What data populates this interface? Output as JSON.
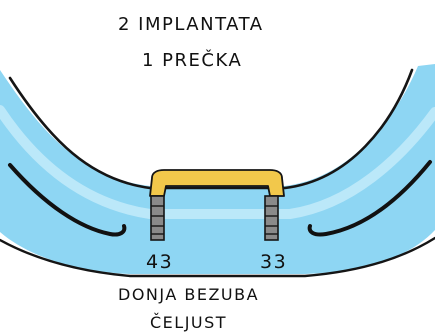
{
  "title": {
    "line1": "2 IMPLANTATA",
    "line2": "1 PREČKA"
  },
  "caption": {
    "line1": "DONJA BEZUBA",
    "line2": "ČELJUST"
  },
  "implants": [
    {
      "label": "43"
    },
    {
      "label": "33"
    }
  ],
  "colors": {
    "jaw_fill": "#8ed6f3",
    "jaw_stroke": "#151515",
    "bar_fill": "#f2c84b",
    "implant_fill": "#8a8a8a",
    "text": "#111111"
  }
}
